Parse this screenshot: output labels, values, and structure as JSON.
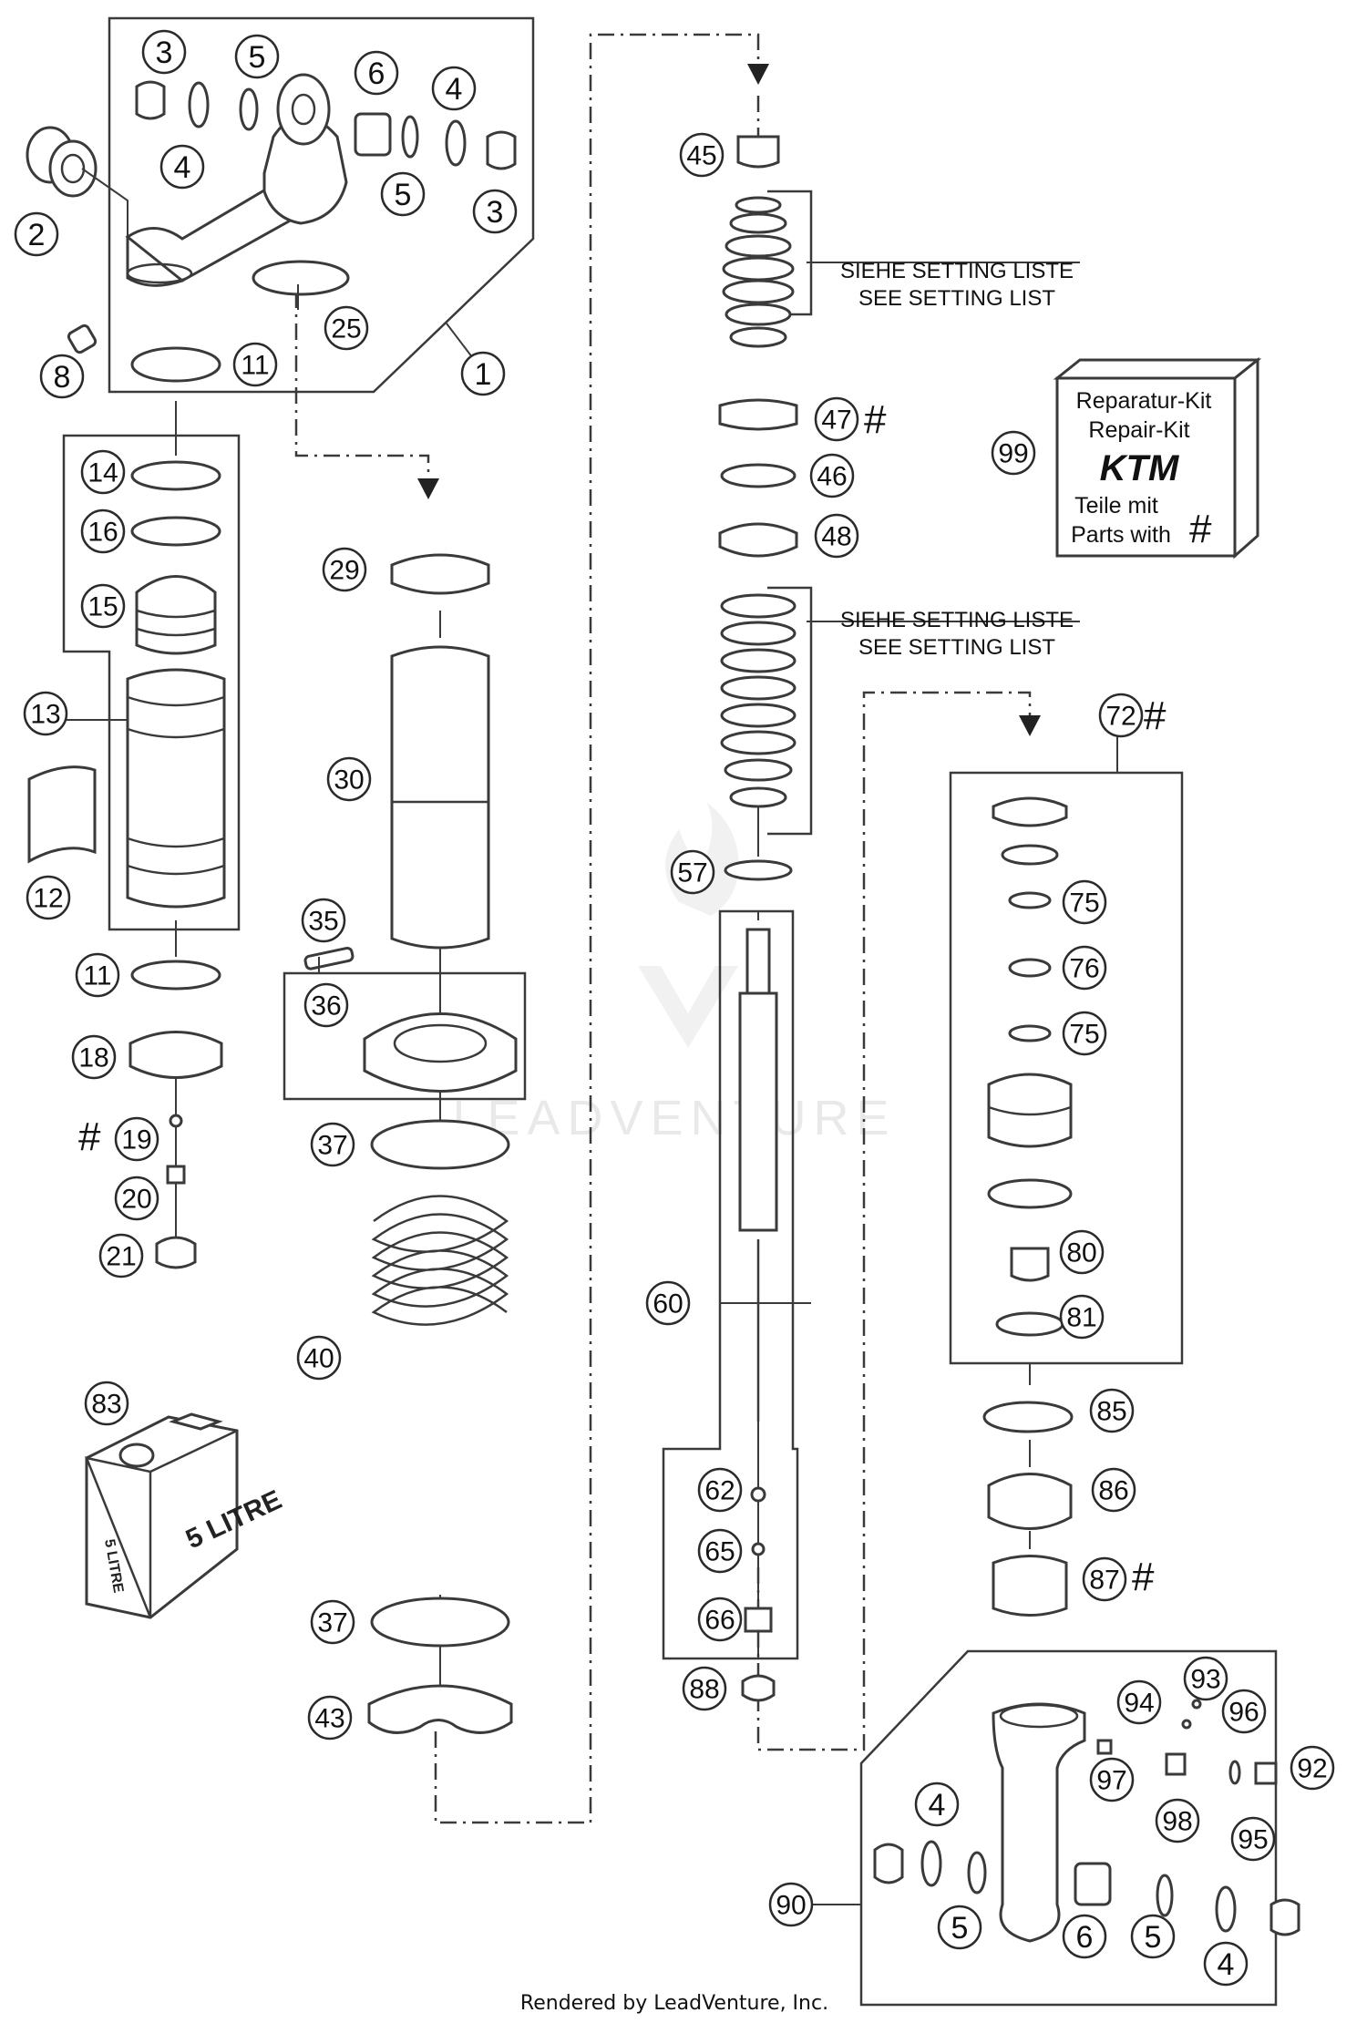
{
  "callouts": [
    "1",
    "2",
    "3",
    "3",
    "4",
    "4",
    "5",
    "5",
    "6",
    "8",
    "11",
    "25",
    "14",
    "16",
    "15",
    "13",
    "12",
    "11",
    "18",
    "19",
    "20",
    "21",
    "83",
    "29",
    "30",
    "35",
    "36",
    "37",
    "40",
    "37",
    "43",
    "45",
    "47",
    "46",
    "48",
    "57",
    "60",
    "62",
    "65",
    "66",
    "88",
    "72",
    "75",
    "76",
    "75",
    "80",
    "81",
    "85",
    "86",
    "87",
    "99",
    "4",
    "5",
    "6",
    "5",
    "4",
    "90",
    "92",
    "93",
    "94",
    "95",
    "96",
    "97",
    "98"
  ],
  "notes": {
    "setting_de": "SIEHE SETTING LISTE",
    "setting_en": "SEE SETTING LIST"
  },
  "kit": {
    "line1": "Reparatur-Kit",
    "line2": "Repair-Kit",
    "logo": "KTM",
    "line3": "Teile mit",
    "line4": "Parts with",
    "symbol": "#"
  },
  "hash_marks": [
    "#",
    "#",
    "#",
    "#"
  ],
  "can_label": "5 LITRE",
  "can_label_side": "5 LITRE",
  "watermark": "LEADVENTURE",
  "footer": "Rendered by LeadVenture, Inc."
}
